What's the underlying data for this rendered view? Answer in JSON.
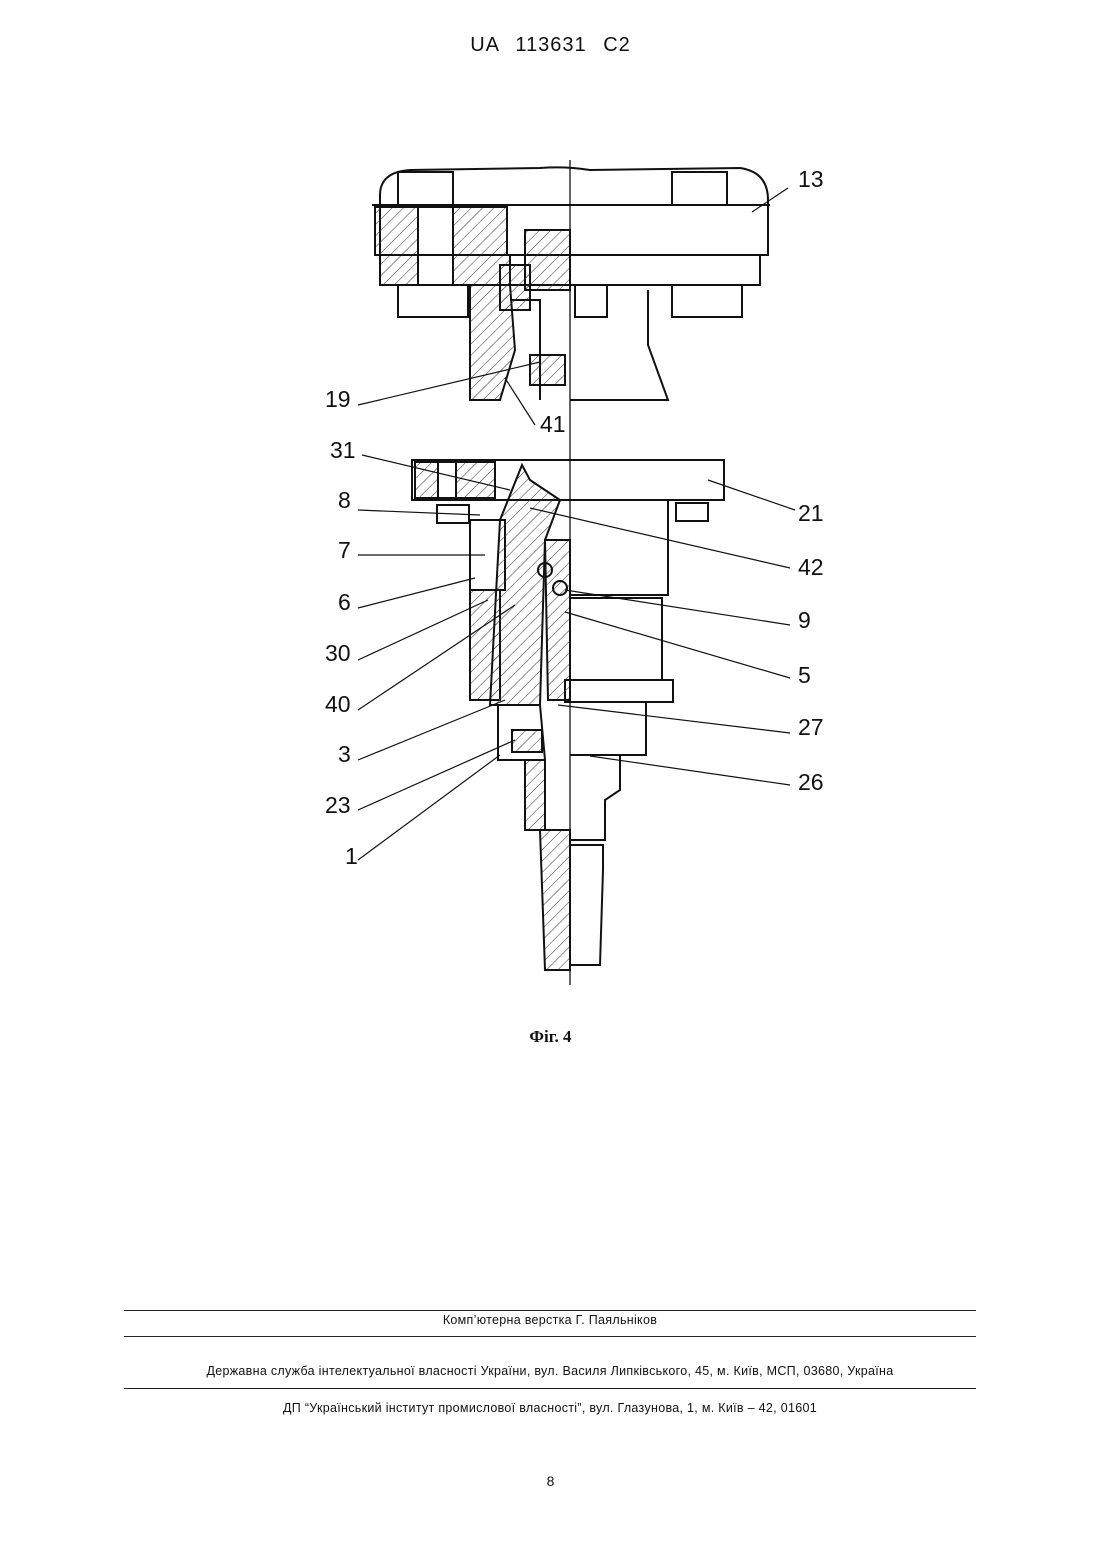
{
  "header": {
    "patent_number": "UA 113631 C2"
  },
  "figure": {
    "caption": "Фіг. 4",
    "labels": {
      "l13": "13",
      "l19": "19",
      "l41": "41",
      "l31": "31",
      "l21": "21",
      "l8": "8",
      "l42": "42",
      "l7": "7",
      "l6": "6",
      "l9": "9",
      "l30": "30",
      "l5": "5",
      "l40": "40",
      "l27": "27",
      "l3": "3",
      "l26": "26",
      "l23": "23",
      "l1": "1"
    }
  },
  "footer": {
    "typesetting": "Комп’ютерна верстка Г. Паяльніков",
    "agency": "Державна служба інтелектуальної власності України, вул. Василя Липківського, 45, м. Київ, МСП, 03680, Україна",
    "institute": "ДП “Український інститут промислової власності”, вул. Глазунова, 1, м. Київ – 42, 01601"
  },
  "page_number": "8"
}
